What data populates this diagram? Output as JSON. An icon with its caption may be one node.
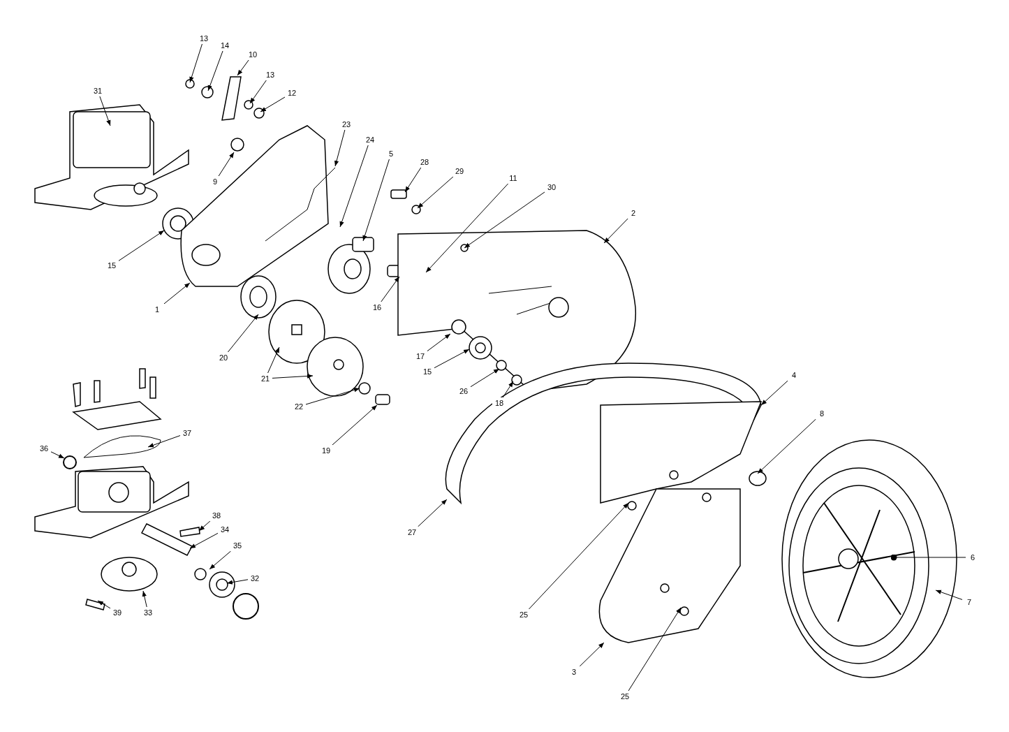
{
  "diagram": {
    "nodes": [
      {
        "text": [
          "13"
        ]
      },
      {
        "text": [
          "14"
        ]
      },
      {
        "text": [
          "10"
        ]
      },
      {
        "text": [
          "13"
        ]
      },
      {
        "text": [
          "31"
        ]
      },
      {
        "text": [
          "12"
        ]
      },
      {
        "text": [
          "23"
        ]
      },
      {
        "text": [
          "24"
        ]
      },
      {
        "text": [
          "5"
        ]
      },
      {
        "text": [
          "28"
        ]
      },
      {
        "text": [
          "29"
        ]
      },
      {
        "text": [
          "11"
        ]
      },
      {
        "text": [
          "9"
        ]
      },
      {
        "text": [
          "30"
        ]
      },
      {
        "text": [
          "2"
        ]
      },
      {
        "text": [
          "15"
        ]
      },
      {
        "text": [
          "16"
        ]
      },
      {
        "text": [
          "1"
        ]
      },
      {
        "text": [
          "17"
        ]
      },
      {
        "text": [
          "20"
        ]
      },
      {
        "text": [
          "15"
        ]
      },
      {
        "text": [
          "4"
        ]
      },
      {
        "text": [
          "21"
        ]
      },
      {
        "text": [
          "26"
        ]
      },
      {
        "text": [
          "18"
        ]
      },
      {
        "text": [
          "22"
        ]
      },
      {
        "text": [
          "8"
        ]
      },
      {
        "text": [
          "37"
        ]
      },
      {
        "text": [
          "36"
        ]
      },
      {
        "text": [
          "19"
        ]
      },
      {
        "text": [
          "38"
        ]
      },
      {
        "text": [
          "34"
        ]
      },
      {
        "text": [
          "27"
        ]
      },
      {
        "text": [
          "35"
        ]
      },
      {
        "text": [
          "6"
        ]
      },
      {
        "text": [
          "32"
        ]
      },
      {
        "text": [
          "7"
        ]
      },
      {
        "text": [
          "33"
        ]
      },
      {
        "text": [
          "39"
        ]
      },
      {
        "text": [
          "25"
        ]
      },
      {
        "text": [
          "3"
        ]
      },
      {
        "text": [
          "25"
        ]
      }
    ],
    "edges": [
      {
        "from": 0,
        "to": null,
        "arrow": "to"
      },
      {
        "from": 1,
        "to": null,
        "arrow": "to"
      },
      {
        "from": 2,
        "to": null,
        "arrow": "to"
      },
      {
        "from": 3,
        "to": null,
        "arrow": "to"
      },
      {
        "from": 4,
        "to": null,
        "arrow": "to"
      },
      {
        "from": 5,
        "to": null,
        "arrow": "to"
      },
      {
        "from": 6,
        "to": null,
        "arrow": "to"
      },
      {
        "from": 7,
        "to": null,
        "arrow": "to"
      },
      {
        "from": 8,
        "to": null,
        "arrow": "to"
      },
      {
        "from": 9,
        "to": null,
        "arrow": "to"
      },
      {
        "from": 10,
        "to": null,
        "arrow": "to"
      },
      {
        "from": 11,
        "to": null,
        "arrow": "to"
      },
      {
        "from": 12,
        "to": null,
        "arrow": "to"
      },
      {
        "from": 13,
        "to": null,
        "arrow": "to"
      },
      {
        "from": 14,
        "to": null,
        "arrow": "to"
      },
      {
        "from": 15,
        "to": null,
        "arrow": "to"
      },
      {
        "from": 16,
        "to": null,
        "arrow": "to"
      },
      {
        "from": 17,
        "to": null,
        "arrow": "to"
      },
      {
        "from": 18,
        "to": null,
        "arrow": "to"
      },
      {
        "from": 19,
        "to": null,
        "arrow": "to"
      },
      {
        "from": 20,
        "to": null,
        "arrow": "to"
      },
      {
        "from": 21,
        "to": null,
        "arrow": "to"
      },
      {
        "from": 22,
        "to": null,
        "arrow": "to"
      },
      {
        "from": 22,
        "to": null,
        "arrow": "to"
      },
      {
        "from": 23,
        "to": null,
        "arrow": "to"
      },
      {
        "from": 24,
        "to": null,
        "arrow": "to"
      },
      {
        "from": 25,
        "to": null,
        "arrow": "to"
      },
      {
        "from": 26,
        "to": null,
        "arrow": "to"
      },
      {
        "from": 27,
        "to": null,
        "arrow": "to"
      },
      {
        "from": 28,
        "to": null,
        "arrow": "to"
      },
      {
        "from": 29,
        "to": null,
        "arrow": "to"
      },
      {
        "from": 30,
        "to": null,
        "arrow": "to"
      },
      {
        "from": 31,
        "to": null,
        "arrow": "to"
      },
      {
        "from": 32,
        "to": null,
        "arrow": "to"
      },
      {
        "from": 33,
        "to": null,
        "arrow": "to"
      },
      {
        "from": 34,
        "to": null,
        "arrow": "other"
      },
      {
        "from": 35,
        "to": null,
        "arrow": "to"
      },
      {
        "from": 36,
        "to": null,
        "arrow": "to"
      },
      {
        "from": 37,
        "to": null,
        "arrow": "to"
      },
      {
        "from": 38,
        "to": null,
        "arrow": "to"
      },
      {
        "from": 39,
        "to": null,
        "arrow": "to"
      },
      {
        "from": 40,
        "to": null,
        "arrow": "to"
      },
      {
        "from": 41,
        "to": null,
        "arrow": "to"
      }
    ]
  }
}
